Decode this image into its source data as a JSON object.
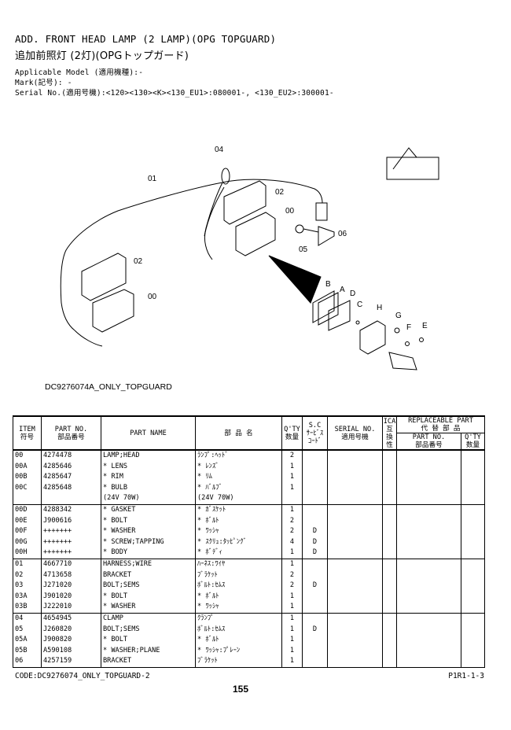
{
  "header": {
    "title_en": "ADD. FRONT HEAD LAMP (2 LAMP)(OPG TOPGUARD)",
    "title_jp": "追加前照灯 (2灯)(OPGトップガード)",
    "applicable_model": "Applicable Model (適用機種):-",
    "mark": "Mark(記号): -",
    "serial_no": "Serial No.(適用号機):<120><130><K><130_EU1>:080001-, <130_EU2>:300001-"
  },
  "diagram": {
    "caption": "DC9276074A_ONLY_TOPGUARD",
    "labels": [
      "04",
      "01",
      "02",
      "00",
      "05",
      "06",
      "02",
      "00",
      "B",
      "A",
      "D",
      "C",
      "H",
      "G",
      "F",
      "E"
    ]
  },
  "table": {
    "headers": {
      "item": "ITEM",
      "item_jp": "符号",
      "part_no": "PART NO.",
      "part_no_jp": "部品番号",
      "part_name": "PART NAME",
      "part_name_jp": "部 品 名",
      "qty": "Q'TY",
      "qty_jp": "数量",
      "sc": "S.C",
      "sc_jp1": "ｻｰﾋﾞｽ",
      "sc_jp2": "ｺｰﾄﾞ",
      "serial": "SERIAL NO.",
      "serial_jp": "適用号機",
      "ica": "ICA",
      "ica_jp1": "互",
      "ica_jp2": "換",
      "ica_jp3": "性",
      "replaceable": "REPLACEABLE PART",
      "replaceable_jp": "代 替 部 品",
      "rep_part_no": "PART NO.",
      "rep_part_no_jp": "部品番号",
      "rep_qty": "Q'TY",
      "rep_qty_jp": "数量"
    },
    "rows": [
      {
        "item": "00",
        "part_no": "4274478",
        "name": "LAMP;HEAD",
        "name_jp": "ﾗﾝﾌﾟ:ﾍｯﾄﾞ",
        "qty": "2",
        "sc": ""
      },
      {
        "item": "00A",
        "part_no": "4285646",
        "name": "* LENS",
        "name_jp": "* ﾚﾝｽﾞ",
        "qty": "1",
        "sc": ""
      },
      {
        "item": "00B",
        "part_no": "4285647",
        "name": "* RIM",
        "name_jp": "* ﾘﾑ",
        "qty": "1",
        "sc": ""
      },
      {
        "item": "00C",
        "part_no": "4285648",
        "name": "* BULB",
        "name_jp": "* ﾊﾞﾙﾌﾞ",
        "qty": "1",
        "sc": ""
      },
      {
        "item": "",
        "part_no": "",
        "name": "(24V 70W)",
        "name_jp": "(24V 70W)",
        "qty": "",
        "sc": ""
      },
      {
        "item": "00D",
        "part_no": "4288342",
        "name": "* GASKET",
        "name_jp": "* ｶﾞｽｹｯﾄ",
        "qty": "1",
        "sc": ""
      },
      {
        "item": "00E",
        "part_no": "J900616",
        "name": "* BOLT",
        "name_jp": "* ﾎﾞﾙﾄ",
        "qty": "2",
        "sc": ""
      },
      {
        "item": "00F",
        "part_no": "+++++++",
        "name": "* WASHER",
        "name_jp": "* ﾜｯｼｬ",
        "qty": "2",
        "sc": "D"
      },
      {
        "item": "00G",
        "part_no": "+++++++",
        "name": "* SCREW;TAPPING",
        "name_jp": "* ｽｸﾘｭ:ﾀｯﾋﾟﾝｸﾞ",
        "qty": "4",
        "sc": "D"
      },
      {
        "item": "00H",
        "part_no": "+++++++",
        "name": "* BODY",
        "name_jp": "* ﾎﾞﾃﾞｨ",
        "qty": "1",
        "sc": "D"
      },
      {
        "item": "01",
        "part_no": "4667710",
        "name": "HARNESS;WIRE",
        "name_jp": "ﾊｰﾈｽ:ﾜｲﾔ",
        "qty": "1",
        "sc": ""
      },
      {
        "item": "02",
        "part_no": "4713658",
        "name": "BRACKET",
        "name_jp": "ﾌﾞﾗｹｯﾄ",
        "qty": "2",
        "sc": ""
      },
      {
        "item": "03",
        "part_no": "J271020",
        "name": "BOLT;SEMS",
        "name_jp": "ﾎﾞﾙﾄ:ｾﾑｽ",
        "qty": "2",
        "sc": "D"
      },
      {
        "item": "03A",
        "part_no": "J901020",
        "name": "* BOLT",
        "name_jp": "* ﾎﾞﾙﾄ",
        "qty": "1",
        "sc": ""
      },
      {
        "item": "03B",
        "part_no": "J222010",
        "name": "* WASHER",
        "name_jp": "* ﾜｯｼｬ",
        "qty": "1",
        "sc": ""
      },
      {
        "item": "04",
        "part_no": "4654945",
        "name": "CLAMP",
        "name_jp": "ｸﾗﾝﾌﾟ",
        "qty": "1",
        "sc": ""
      },
      {
        "item": "05",
        "part_no": "J260820",
        "name": "BOLT;SEMS",
        "name_jp": "ﾎﾞﾙﾄ:ｾﾑｽ",
        "qty": "1",
        "sc": "D"
      },
      {
        "item": "05A",
        "part_no": "J900820",
        "name": "* BOLT",
        "name_jp": "* ﾎﾞﾙﾄ",
        "qty": "1",
        "sc": ""
      },
      {
        "item": "05B",
        "part_no": "A590108",
        "name": "* WASHER;PLANE",
        "name_jp": "* ﾜｯｼｬ:ﾌﾟﾚｰﾝ",
        "qty": "1",
        "sc": ""
      },
      {
        "item": "06",
        "part_no": "4257159",
        "name": "BRACKET",
        "name_jp": "ﾌﾞﾗｹｯﾄ",
        "qty": "1",
        "sc": ""
      }
    ]
  },
  "footer": {
    "code": "CODE:DC9276074_ONLY_TOPGUARD-2",
    "ref": "P1R1-1-3",
    "page": "155"
  }
}
